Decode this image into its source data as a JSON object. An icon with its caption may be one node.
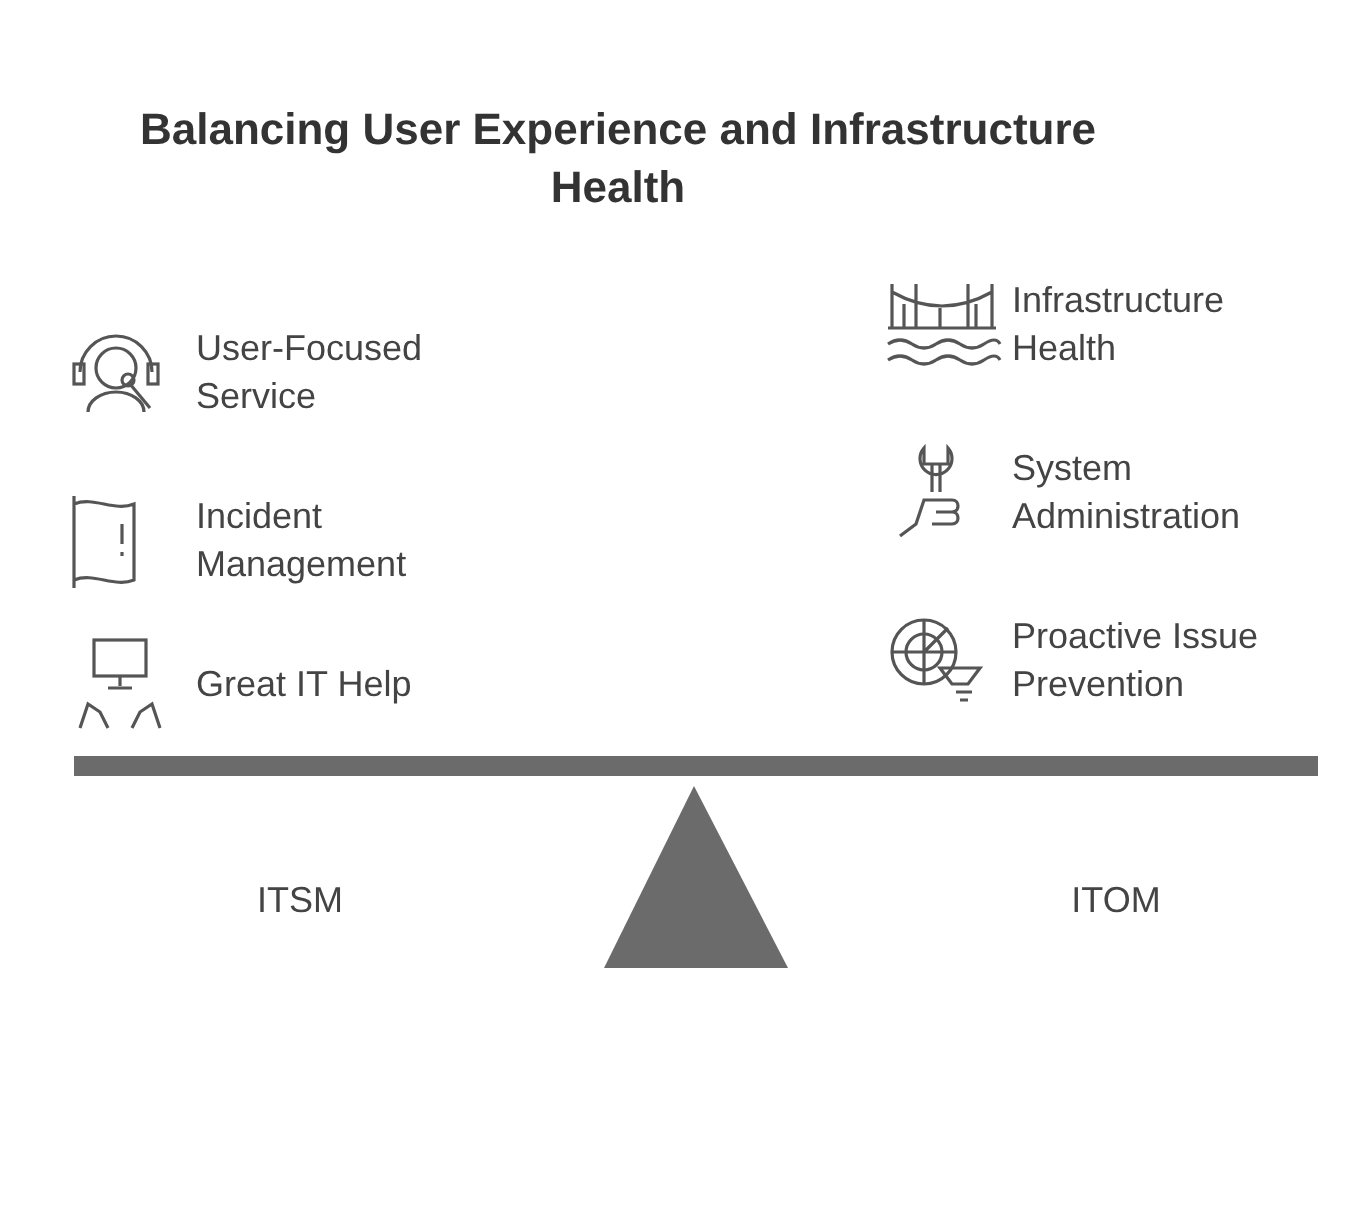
{
  "diagram": {
    "title": "Balancing User Experience and Infrastructure Health",
    "labels": [
      "User-Focused Service",
      "Incident Management",
      "Great IT Help",
      "Infrastructure Health",
      "System Administration",
      "Proactive Issue Prevention",
      "ITSM",
      "ITOM"
    ]
  }
}
